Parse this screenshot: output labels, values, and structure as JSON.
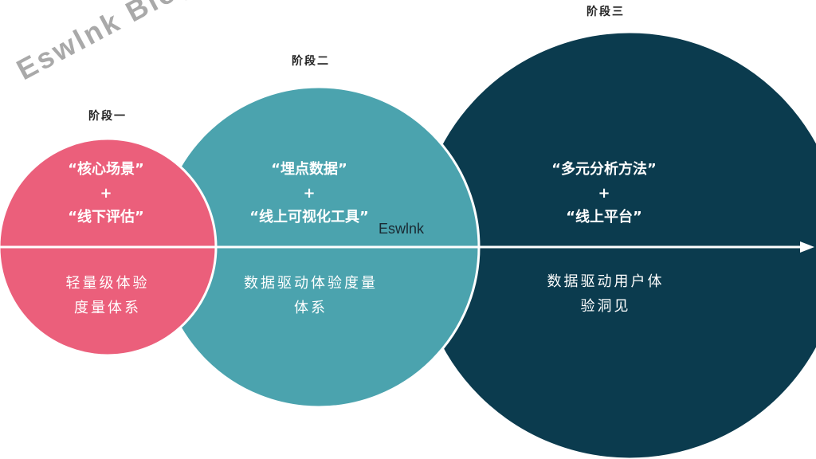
{
  "watermark": "Eswlnk Blog",
  "watermark_center": "Eswlnk",
  "colors": {
    "stage1": "#EB5F7B",
    "stage2": "#4BA3AE",
    "stage3": "#0B3B4E"
  },
  "stages": [
    {
      "label": "阶段一",
      "line1": "“核心场景”",
      "plus": "+",
      "line2": "“线下评估”",
      "desc1": "轻量级体验",
      "desc2": "度量体系"
    },
    {
      "label": "阶段二",
      "line1": "“埋点数据”",
      "plus": "+",
      "line2": "“线上可视化工具”",
      "desc1": "数据驱动体验度量",
      "desc2": "体系"
    },
    {
      "label": "阶段三",
      "line1": "“多元分析方法”",
      "plus": "+",
      "line2": "“线上平台”",
      "desc1": "数据驱动用户体",
      "desc2": "验洞见"
    }
  ]
}
